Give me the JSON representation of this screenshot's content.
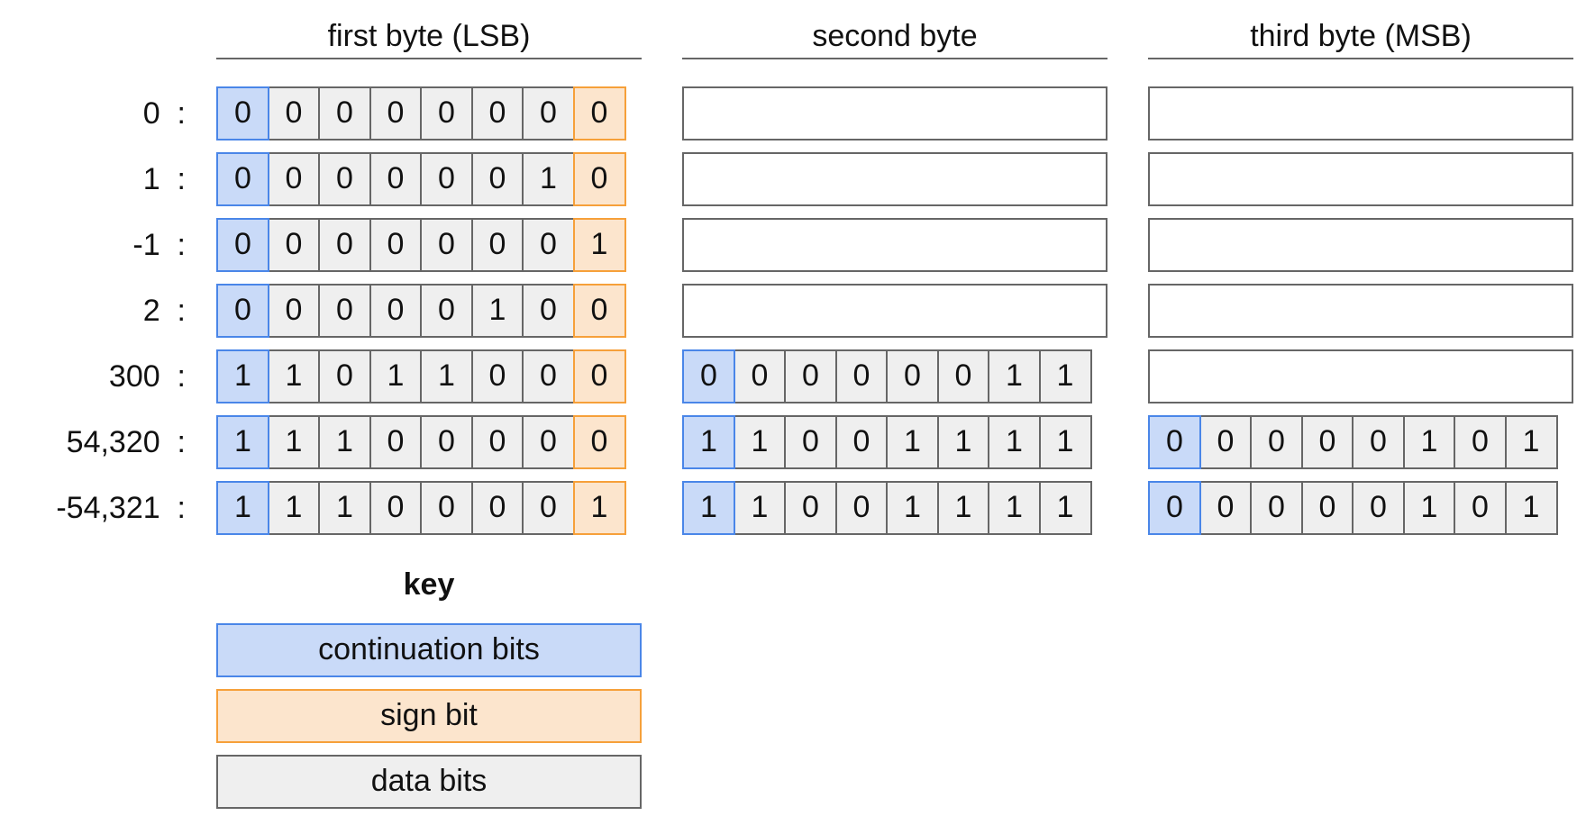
{
  "headers": [
    "first byte (LSB)",
    "second byte",
    "third byte (MSB)"
  ],
  "rows": [
    {
      "label": "0",
      "bytes": [
        "00000000",
        null,
        null
      ]
    },
    {
      "label": "1",
      "bytes": [
        "00000010",
        null,
        null
      ]
    },
    {
      "label": "-1",
      "bytes": [
        "00000001",
        null,
        null
      ]
    },
    {
      "label": "2",
      "bytes": [
        "00000100",
        null,
        null
      ]
    },
    {
      "label": "300",
      "bytes": [
        "11011000",
        "00000011",
        null
      ]
    },
    {
      "label": "54,320",
      "bytes": [
        "11100000",
        "11001111",
        "00000101"
      ]
    },
    {
      "label": "-54,321",
      "bytes": [
        "11100001",
        "11001111",
        "00000101"
      ]
    }
  ],
  "label_separator": ":",
  "key": {
    "title": "key",
    "continuation": "continuation bits",
    "sign": "sign bit",
    "data": "data bits"
  },
  "colors": {
    "continuation_fill": "#c9daf8",
    "continuation_border": "#4a86e8",
    "sign_fill": "#fce5cd",
    "sign_border": "#f6a03a",
    "data_fill": "#efefef",
    "data_border": "#666666"
  }
}
